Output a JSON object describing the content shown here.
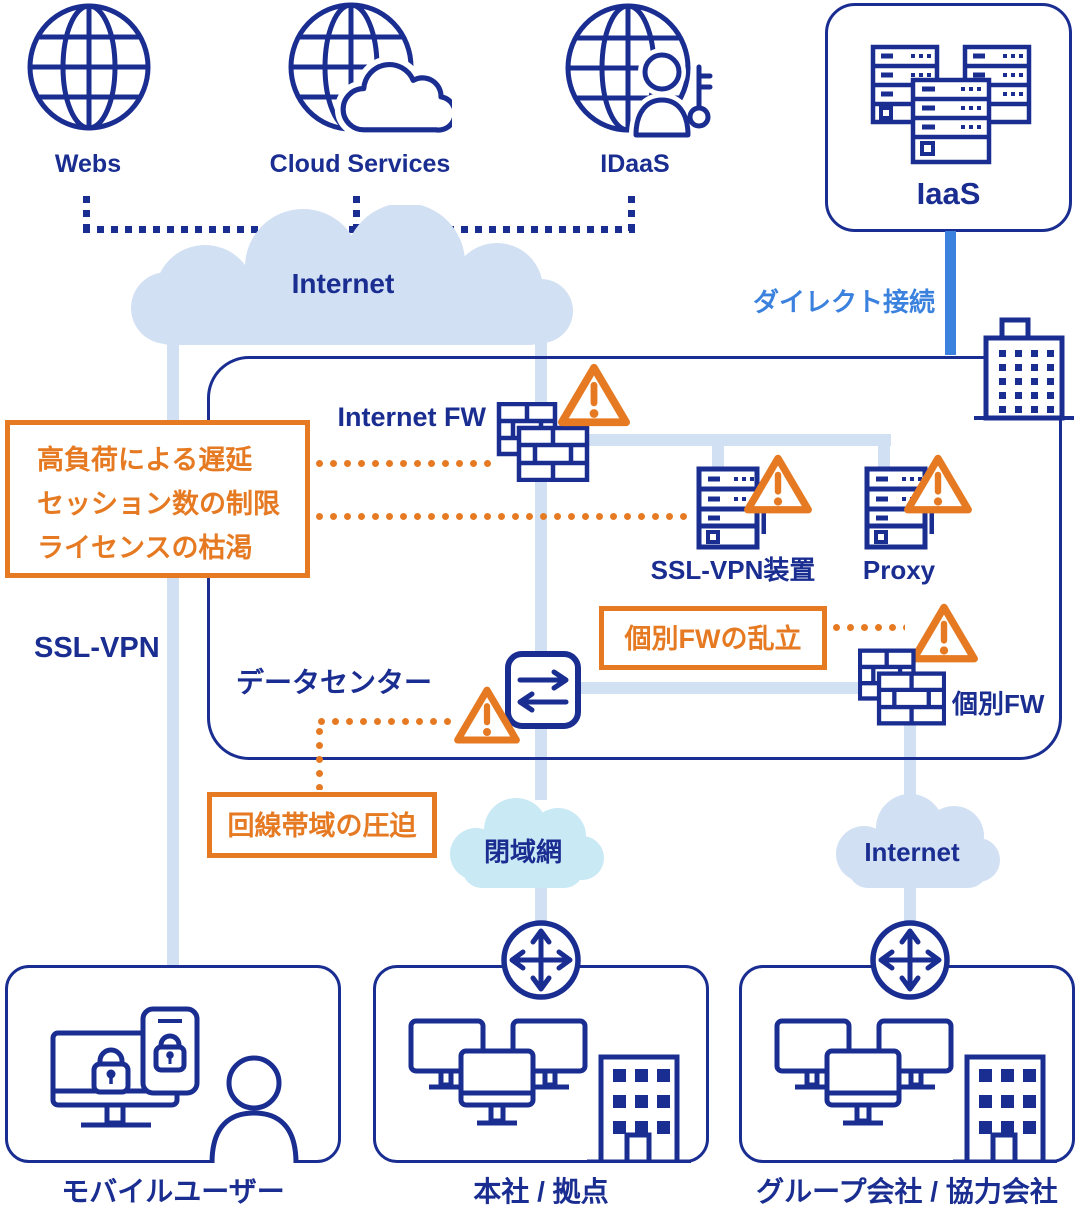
{
  "colors": {
    "navy": "#1a2d91",
    "orange": "#e57a22",
    "bright_blue": "#3b82de",
    "light_blue": "#d2e0f3",
    "cyan_cloud": "#c9e9f5"
  },
  "top_services": [
    {
      "label": "Webs"
    },
    {
      "label": "Cloud Services"
    },
    {
      "label": "IDaaS"
    }
  ],
  "iaas": {
    "label": "IaaS"
  },
  "connections": {
    "direct_label": "ダイレクト接続",
    "ssl_vpn_label": "SSL-VPN"
  },
  "clouds": {
    "internet_top": "Internet",
    "closed_network": "閉域網",
    "internet_bottom": "Internet"
  },
  "datacenter": {
    "label": "データセンター",
    "internet_fw": "Internet FW",
    "ssl_vpn_device": "SSL-VPN装置",
    "proxy": "Proxy",
    "kobetsu_fw": "個別FW"
  },
  "issues": {
    "fw_lines": [
      "高負荷による遅延",
      "セッション数の制限",
      "ライセンスの枯渇"
    ],
    "kobetsu": "個別FWの乱立",
    "bandwidth": "回線帯域の圧迫"
  },
  "sites": [
    {
      "label": "モバイルユーザー"
    },
    {
      "label": "本社 / 拠点"
    },
    {
      "label": "グループ会社 / 協力会社"
    }
  ]
}
